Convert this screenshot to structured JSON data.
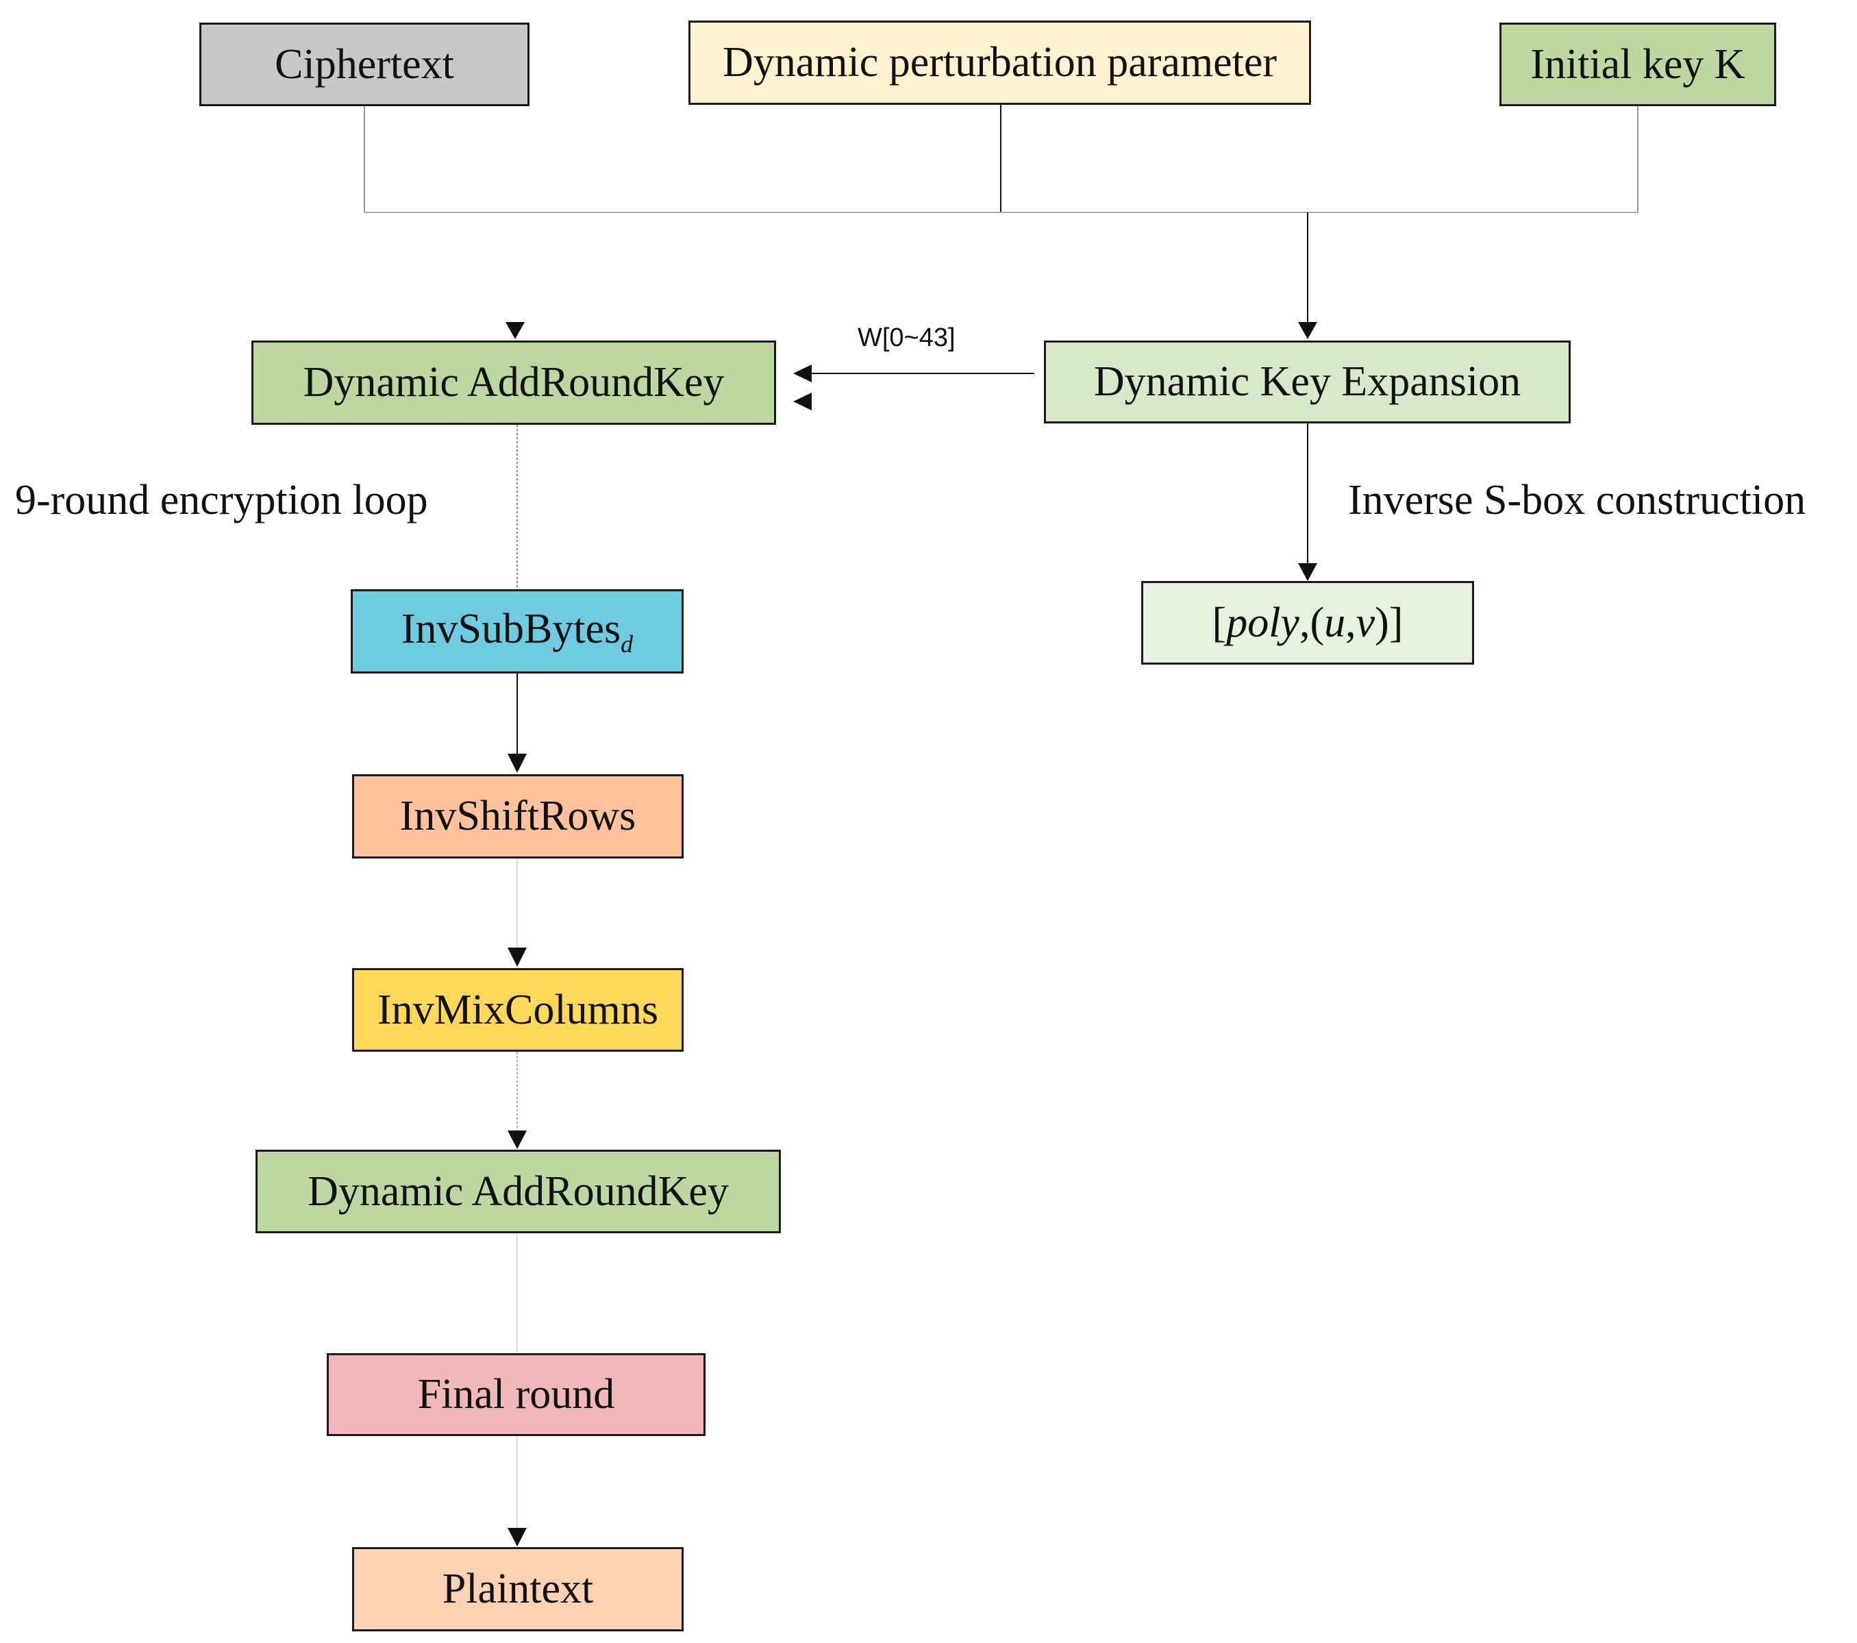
{
  "boxes": {
    "ciphertext": "Ciphertext",
    "perturbation": "Dynamic perturbation parameter",
    "initial_key": "Initial key K",
    "addroundkey_top": "Dynamic AddRoundKey",
    "key_expansion": "Dynamic Key Expansion",
    "invsubbytes": "InvSubBytes",
    "invsubbytes_subscript": "d",
    "invshiftrows": "InvShiftRows",
    "invmixcolumns": "InvMixColumns",
    "addroundkey_bottom": "Dynamic AddRoundKey",
    "final_round": "Final round",
    "plaintext": "Plaintext"
  },
  "sbox_params": {
    "open": "[",
    "poly": "poly",
    "sep1": ",(",
    "u": "u",
    "sep2": ",",
    "v": "v",
    "close": ")]"
  },
  "labels": {
    "loop": "9-round encryption loop",
    "inverse_sbox": "Inverse S-box construction",
    "w_range": "W[0~43]"
  },
  "colors": {
    "ciphertext": "#c8c8c8",
    "perturbation": "#fff3cf",
    "green": "#bcd8a0",
    "light_green": "#d8e9c9",
    "pale_green": "#e6f1de",
    "cyan": "#6ecbe0",
    "orange": "#fdc29b",
    "yellow": "#ffd858",
    "pink": "#f0b8b8",
    "peach": "#fdd2b3"
  }
}
